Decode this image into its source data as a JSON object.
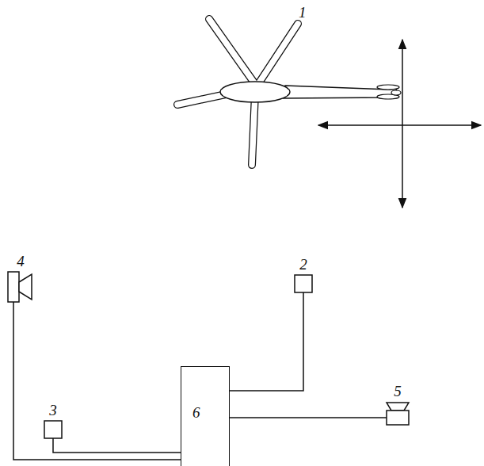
{
  "diagram": {
    "nodes": [
      {
        "text": [
          "4"
        ]
      },
      {
        "text": [
          "2"
        ]
      },
      {
        "text": [
          "3"
        ]
      },
      {
        "text": [
          "5"
        ]
      },
      {
        "text": [
          "6"
        ]
      }
    ],
    "edges": [
      {
        "from": 0,
        "to": 4,
        "arrow": "none"
      },
      {
        "from": 1,
        "to": 4,
        "arrow": "none"
      },
      {
        "from": 2,
        "to": 4,
        "arrow": "none"
      },
      {
        "from": 3,
        "to": 4,
        "arrow": "none"
      }
    ],
    "labels": [
      "1"
    ]
  }
}
